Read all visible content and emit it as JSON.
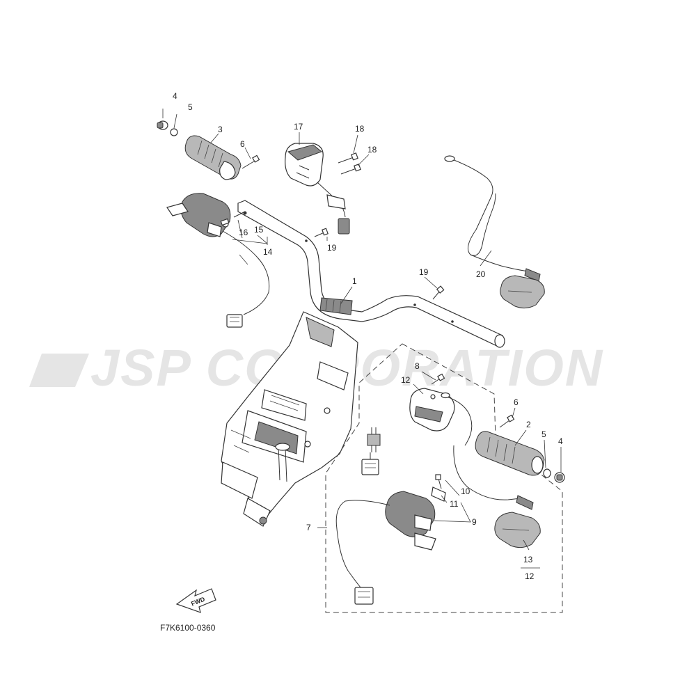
{
  "diagram": {
    "watermark": "JSP CORPORATION",
    "figure_code": "F7K6100-0360",
    "fwd_label": "FWD",
    "callouts": [
      "1",
      "2",
      "3",
      "4",
      "5",
      "6",
      "7",
      "8",
      "9",
      "10",
      "11",
      "12",
      "13",
      "14",
      "15",
      "16",
      "17",
      "18",
      "19",
      "20"
    ]
  },
  "labels": {
    "l4a": "4",
    "l5a": "5",
    "l3": "3",
    "l6a": "6",
    "l17": "17",
    "l18a": "18",
    "l18b": "18",
    "l16": "16",
    "l15": "15",
    "l14": "14",
    "l19a": "19",
    "l1": "1",
    "l19b": "19",
    "l20": "20",
    "l8": "8",
    "l12a": "12",
    "l6b": "6",
    "l2": "2",
    "l5b": "5",
    "l4b": "4",
    "l10": "10",
    "l11": "11",
    "l9": "9",
    "l7": "7",
    "l13": "13",
    "l12b": "12"
  },
  "colors": {
    "line": "#333333",
    "watermark": "#d0d0d0",
    "background": "#ffffff"
  }
}
